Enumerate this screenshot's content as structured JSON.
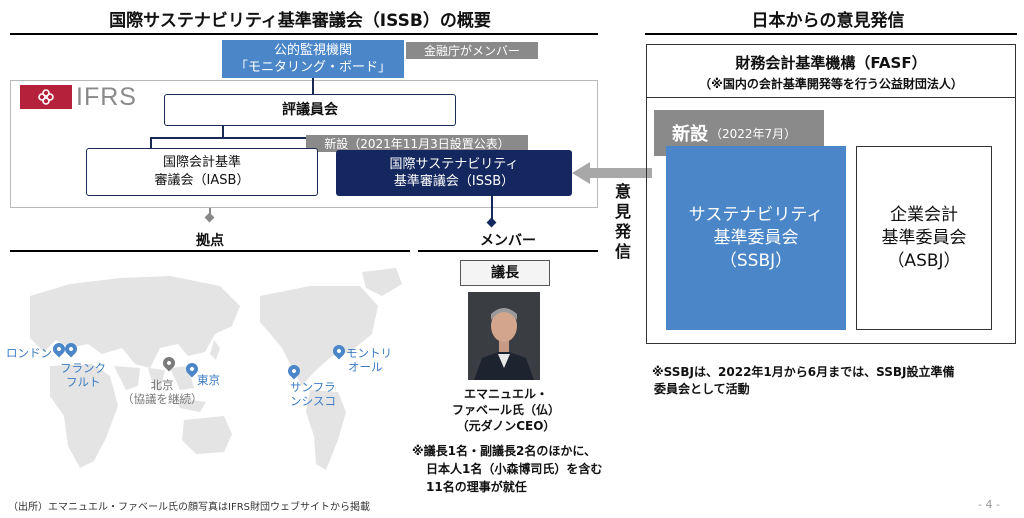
{
  "left_title": "国際サステナビリティ基準審議会（ISSB）の概要",
  "right_title": "日本からの意見発信",
  "monitoring_board": {
    "line1": "公的監視機関",
    "line2": "「モニタリング・ボード」"
  },
  "fsa_tag": "金融庁がメンバー",
  "ifrs_logo_text": "IFRS",
  "trustees": "評議員会",
  "new_tag": "新設（2021年11月3日設置公表）",
  "iasb": {
    "line1": "国際会計基準",
    "line2": "審議会（IASB）"
  },
  "issb": {
    "line1": "国際サステナビリティ",
    "line2": "基準審議会（ISSB）"
  },
  "bases_header": "拠点",
  "members_header": "メンバー",
  "chair_label": "議長",
  "chair_name": {
    "line1": "エマニュエル・",
    "line2": "ファベール氏（仏）",
    "line3": "（元ダノンCEO）"
  },
  "members_note": {
    "line1": "※議長1名・副議長2名のほかに、",
    "line2": "日本人1名（小森博司氏）を含む",
    "line3": "11名の理事が就任"
  },
  "cities": {
    "london": "ロンドン",
    "frankfurt_1": "フランク",
    "frankfurt_2": "フルト",
    "beijing_1": "北京",
    "beijing_2": "（協議を継続）",
    "tokyo": "東京",
    "sf_1": "サンフラ",
    "sf_2": "ンシスコ",
    "montreal_1": "モントリ",
    "montreal_2": "オール"
  },
  "opinion_label": [
    "意",
    "見",
    "発",
    "信"
  ],
  "fasf": {
    "line1": "財務会計基準機構（FASF）",
    "line2": "（※国内の会計基準開発等を行う公益財団法人）"
  },
  "new_label": "新設",
  "new_date": "（2022年7月）",
  "ssbj": {
    "line1": "サステナビリティ",
    "line2": "基準委員会",
    "line3": "（SSBJ）"
  },
  "asbj": {
    "line1": "企業会計",
    "line2": "基準委員会",
    "line3": "（ASBJ）"
  },
  "ssbj_note": {
    "line1": "※SSBJは、2022年1月から6月までは、SSBJ設立準備",
    "line2": "委員会として活動"
  },
  "source": "（出所）エマニュエル・ファベール氏の顔写真はIFRS財団ウェブサイトから掲載",
  "page_number": "- 4 -",
  "colors": {
    "navy": "#14275e",
    "blue": "#4a86c8",
    "gray": "#8a8a8a",
    "logo_red": "#b5213b"
  }
}
